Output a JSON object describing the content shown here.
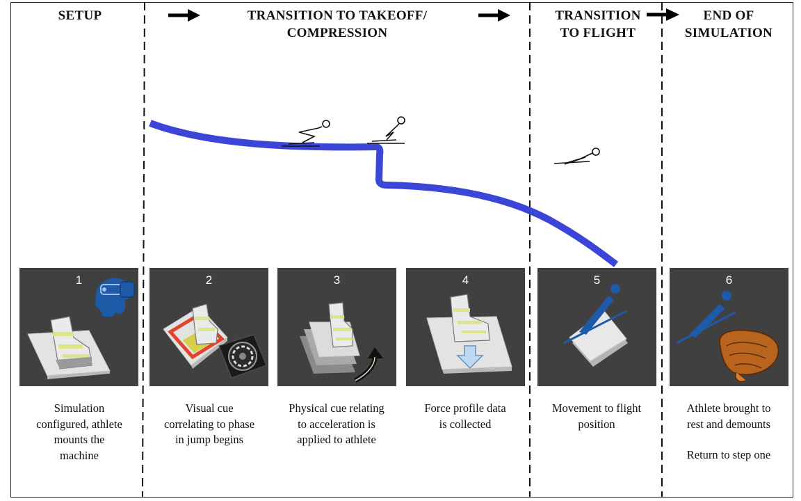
{
  "phases": [
    {
      "title_line1": "SETUP",
      "title_line2": ""
    },
    {
      "title_line1": "TRANSITION TO TAKEOFF/",
      "title_line2": "COMPRESSION"
    },
    {
      "title_line1": "TRANSITION",
      "title_line2": "TO FLIGHT"
    },
    {
      "title_line1": "END OF",
      "title_line2": "SIMULATION"
    }
  ],
  "steps": [
    {
      "number": "1",
      "caption_lines": [
        "Simulation",
        "configured, athlete",
        "mounts the",
        "machine"
      ]
    },
    {
      "number": "2",
      "caption_lines": [
        "Visual cue",
        "correlating to phase",
        "in jump begins"
      ]
    },
    {
      "number": "3",
      "caption_lines": [
        "Physical cue relating",
        "to acceleration is",
        "applied to athlete"
      ]
    },
    {
      "number": "4",
      "caption_lines": [
        "Force profile data",
        "is collected"
      ]
    },
    {
      "number": "5",
      "caption_lines": [
        "Movement to flight",
        "position"
      ]
    },
    {
      "number": "6",
      "caption_lines": [
        "Athlete brought to",
        "rest and demounts"
      ],
      "caption_extra": "Return to step one"
    }
  ],
  "icons": {
    "panel1": [
      "vr-headset-icon",
      "ski-boot-on-platform-icon"
    ],
    "panel2": [
      "ski-boot-on-tilted-platform-icon",
      "fan-icon"
    ],
    "panel3": [
      "ski-boot-on-tilting-platform-icon",
      "curved-up-arrow-icon"
    ],
    "panel4": [
      "ski-boot-on-platform-icon",
      "down-arrow-icon"
    ],
    "panel5": [
      "ski-jumper-on-platform-icon"
    ],
    "panel6": [
      "ski-jumper-icon",
      "catchers-mitt-icon"
    ]
  },
  "colors": {
    "track": "#3b46d8",
    "panel_bg": "#404040",
    "headset": "#1f5aa8",
    "jumper": "#1f5aa8",
    "arrow_fill": "#bcd8f3",
    "mitt": "#b8641f"
  }
}
